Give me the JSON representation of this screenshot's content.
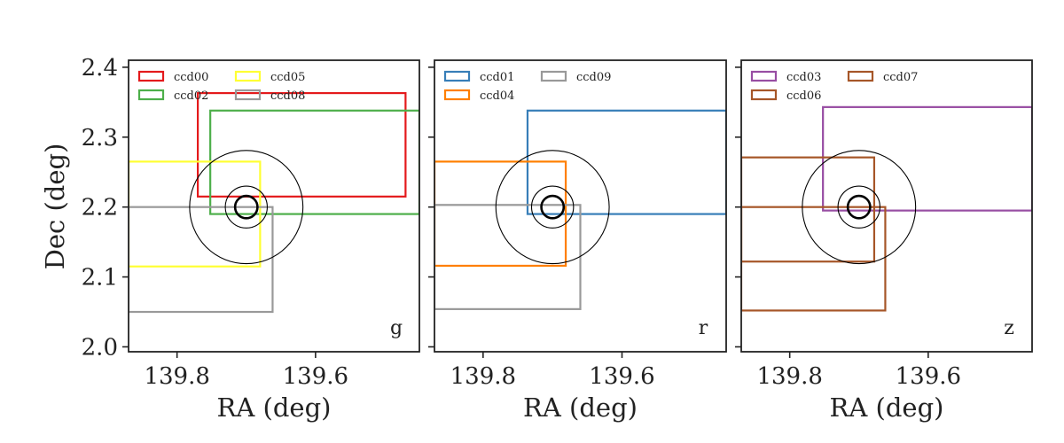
{
  "chart_data": {
    "type": "footprint",
    "ylabel": "Dec (deg)",
    "yticks": [
      2.0,
      2.1,
      2.2,
      2.3,
      2.4
    ],
    "yticklabels": [
      "2.0",
      "2.1",
      "2.2",
      "2.3",
      "2.4"
    ],
    "xticks": [
      139.8,
      139.6
    ],
    "xticklabels": [
      "139.8",
      "139.6"
    ],
    "xlim": [
      139.87,
      139.45
    ],
    "ylim": [
      1.993,
      2.41
    ],
    "grid": false,
    "target": {
      "ra": 139.7,
      "dec": 2.2,
      "radii_deg": [
        0.016,
        0.03,
        0.081
      ]
    },
    "panels": [
      {
        "band": "g",
        "xlabel": "RA (deg)",
        "legend": {
          "placement": "upper-left",
          "ncol": 2
        },
        "ccds": [
          {
            "name": "ccd00",
            "color": "#e41a1c",
            "ra": [
              139.77,
              139.47
            ],
            "dec": [
              2.215,
              2.363
            ]
          },
          {
            "name": "ccd02",
            "color": "#4daf4a",
            "ra": [
              139.752,
              139.45
            ],
            "dec": [
              2.19,
              2.338
            ]
          },
          {
            "name": "ccd05",
            "color": "#ffff33",
            "ra": [
              139.87,
              139.68
            ],
            "dec": [
              2.115,
              2.265
            ]
          },
          {
            "name": "ccd08",
            "color": "#999999",
            "ra": [
              139.87,
              139.662
            ],
            "dec": [
              2.05,
              2.2
            ]
          }
        ]
      },
      {
        "band": "r",
        "xlabel": "RA (deg)",
        "legend": {
          "placement": "upper-left",
          "ncol": 2
        },
        "ccds": [
          {
            "name": "ccd01",
            "color": "#377eb8",
            "ra": [
              139.736,
              139.45
            ],
            "dec": [
              2.19,
              2.338
            ]
          },
          {
            "name": "ccd04",
            "color": "#ff7f00",
            "ra": [
              139.87,
              139.681
            ],
            "dec": [
              2.116,
              2.265
            ]
          },
          {
            "name": "ccd09",
            "color": "#999999",
            "ra": [
              139.87,
              139.66
            ],
            "dec": [
              2.054,
              2.203
            ]
          }
        ]
      },
      {
        "band": "z",
        "xlabel": "RA (deg)",
        "legend": {
          "placement": "upper-left",
          "ncol": 2
        },
        "ccds": [
          {
            "name": "ccd03",
            "color": "#984ea3",
            "ra": [
              139.752,
              139.45
            ],
            "dec": [
              2.195,
              2.343
            ]
          },
          {
            "name": "ccd06",
            "color": "#a65628",
            "ra": [
              139.87,
              139.678
            ],
            "dec": [
              2.122,
              2.271
            ]
          },
          {
            "name": "ccd07",
            "color": "#a65628",
            "ra": [
              139.87,
              139.662
            ],
            "dec": [
              2.052,
              2.2
            ]
          }
        ]
      }
    ]
  }
}
